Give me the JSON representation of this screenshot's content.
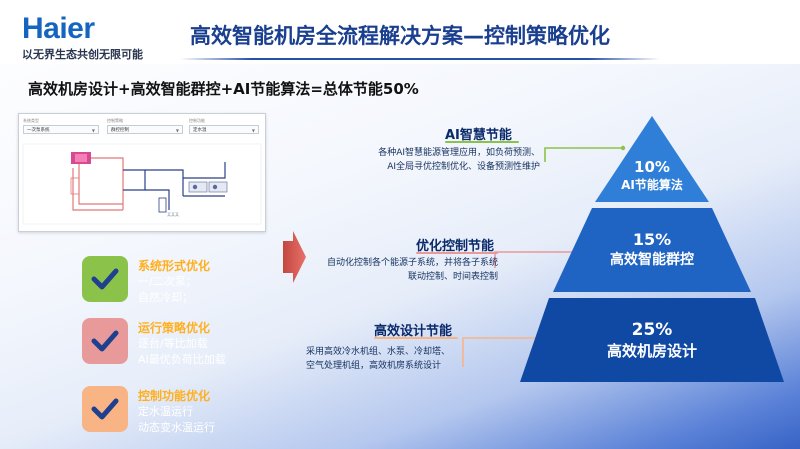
{
  "header": {
    "logo_text": "Haier",
    "slogan": "以无界生态共创无限可能",
    "title": "高效智能机房全流程解决方案—控制策略优化"
  },
  "subtitle": "高效机房设计+高效智能群控+AI节能算法=总体节能50%",
  "screenshot_panel": {
    "labels": [
      "系统类型",
      "控制策略",
      "控制功能"
    ],
    "values": [
      "一次泵系统",
      "群控控制",
      "定水温"
    ],
    "watermark": "某某某"
  },
  "features": [
    {
      "head": "系统形式优化",
      "lines": [
        "一/二次泵；",
        "自然冷却；"
      ],
      "color": "#8bc34a",
      "icon": "check-icon"
    },
    {
      "head": "运行策略优化",
      "lines": [
        "逐台/等比加载",
        "AI最优负荷比加载"
      ],
      "color": "#e89a9a",
      "icon": "check-icon"
    },
    {
      "head": "控制功能优化",
      "lines": [
        "定水温运行",
        "动态变水温运行"
      ],
      "color": "#f8b485",
      "icon": "check-icon"
    }
  ],
  "pyramid": [
    {
      "pct": "10%",
      "name": "AI节能算法",
      "color": "#2f7fd8"
    },
    {
      "pct": "15%",
      "name": "高效智能群控",
      "color": "#1f63c3"
    },
    {
      "pct": "25%",
      "name": "高效机房设计",
      "color": "#0f49a3"
    }
  ],
  "callouts": [
    {
      "head": "AI智慧节能",
      "lines": [
        "各种AI智慧能源管理应用，如负荷预测、",
        "AI全局寻优控制优化、设备预测性维护"
      ],
      "accent": "#8bc34a"
    },
    {
      "head": "优化控制节能",
      "lines": [
        "自动化控制各个能源子系统，并将各子系统",
        "联动控制、时间表控制"
      ],
      "accent": "#e89a9a"
    },
    {
      "head": "高效设计节能",
      "lines": [
        "采用高效冷水机组、水泵、冷却塔、",
        "空气处理机组，高效机房系统设计"
      ],
      "accent": "#f8b485"
    }
  ]
}
